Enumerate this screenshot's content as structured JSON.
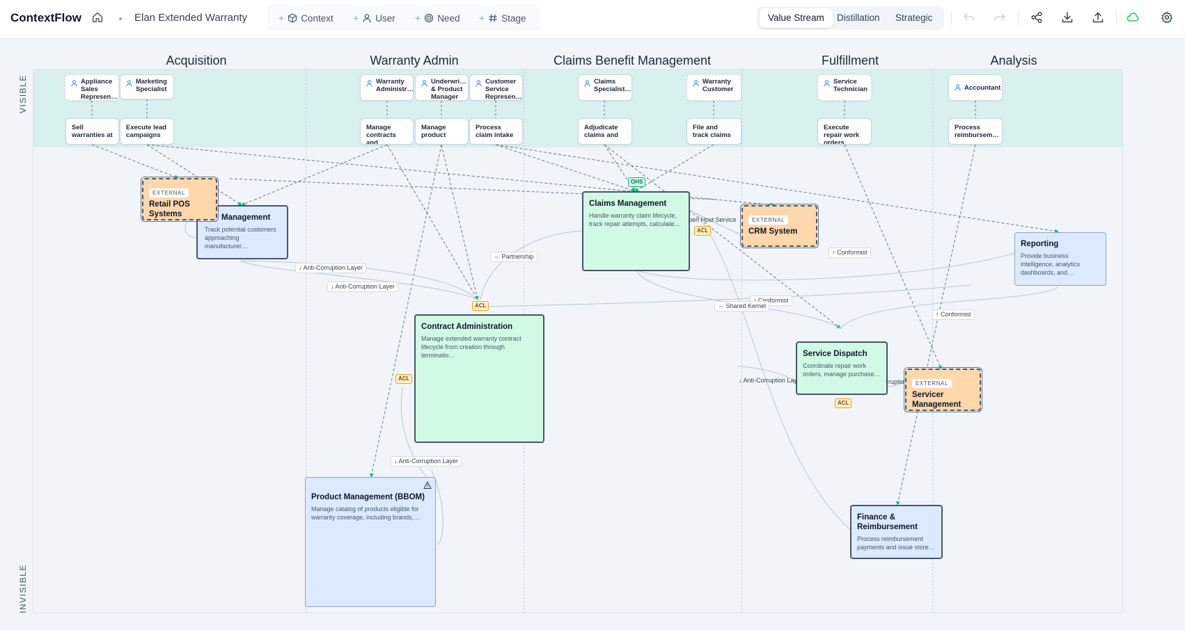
{
  "app": {
    "name": "ContextFlow",
    "project": "Elan Extended Warranty"
  },
  "toolbar": {
    "add_context": "Context",
    "add_user": "User",
    "add_need": "Need",
    "add_stage": "Stage",
    "views": [
      "Value Stream",
      "Distillation",
      "Strategic"
    ],
    "active_view": "Value Stream",
    "icons": [
      "home-icon",
      "box-icon",
      "user-icon",
      "target-icon",
      "hash-icon",
      "undo-icon",
      "redo-icon",
      "share-icon",
      "download-icon",
      "upload-icon",
      "cloud-icon",
      "gear-icon"
    ]
  },
  "canvas": {
    "visible_label": "VISIBLE",
    "invisible_label": "INVISIBLE",
    "stages": [
      "Acquisition",
      "Warranty Admin",
      "Claims Benefit Management",
      "Fulfillment",
      "Analysis"
    ]
  },
  "users": [
    {
      "name": "Appliance Sales Represen…",
      "external": true
    },
    {
      "name": "Marketing Specialist",
      "external": false
    },
    {
      "name": "Warranty Administr…",
      "external": false
    },
    {
      "name": "Underwri… & Product Manager",
      "external": false
    },
    {
      "name": "Customer Service Represen…",
      "external": false
    },
    {
      "name": "Claims Specialist…",
      "external": false
    },
    {
      "name": "Warranty Customer",
      "external": true
    },
    {
      "name": "Service Technician",
      "external": true
    },
    {
      "name": "Accountant",
      "external": false
    }
  ],
  "needs": [
    "Sell warranties at",
    "Execute lead campaigns",
    "Manage contracts and",
    "Manage product",
    "Process claim intake",
    "Adjudicate claims and",
    "File and track claims",
    "Execute repair work orders",
    "Process reimbursem…"
  ],
  "contexts": {
    "retail_pos": {
      "badge": "EXTERNAL",
      "name": "Retail POS Systems"
    },
    "lead_mgmt": {
      "name": "Management",
      "desc": "Track potential customers approaching manufacturer…"
    },
    "claims_mgmt": {
      "name": "Claims Management",
      "desc": "Handle warranty claim lifecycle, track repair attempts, calculate…"
    },
    "crm": {
      "badge": "EXTERNAL",
      "name": "CRM System"
    },
    "reporting": {
      "name": "Reporting",
      "desc": "Provide business intelligence, analytics dashboards, and…"
    },
    "contract_admin": {
      "name": "Contract Administration",
      "desc": "Manage extended warranty contract lifecycle from creation through terminatio…"
    },
    "service_dispatch": {
      "name": "Service Dispatch",
      "desc": "Coordinate repair work orders, manage purchase…"
    },
    "servicer_mgmt": {
      "badge": "EXTERNAL",
      "name": "Servicer Management"
    },
    "product_mgmt": {
      "name": "Product Management (BBOM)",
      "desc": "Manage catalog of products eligible for warranty coverage, including brands,…"
    },
    "finance": {
      "name": "Finance & Reimbursement",
      "desc": "Process reimbursement payments and issue store…"
    }
  },
  "edge_labels": {
    "acl1": "↓ Anti-Corruption Layer",
    "acl2": "↓ Anti-Corruption Layer",
    "partnership": "⇔ Partnership",
    "ohs_host": "pen Host Service",
    "conformist1": "↑ Conformist",
    "conformist2": "↑ Conformist",
    "conformist3": "↑ Conformist",
    "shared_kernel": "⇔ Shared Kernel",
    "acl3": "↓ Anti-Corruption Layer",
    "acl4": "↓ Anti-Corruption Lay",
    "acl5": "rruptio"
  },
  "badges": {
    "acl": "ACL",
    "ohs": "OHS"
  }
}
